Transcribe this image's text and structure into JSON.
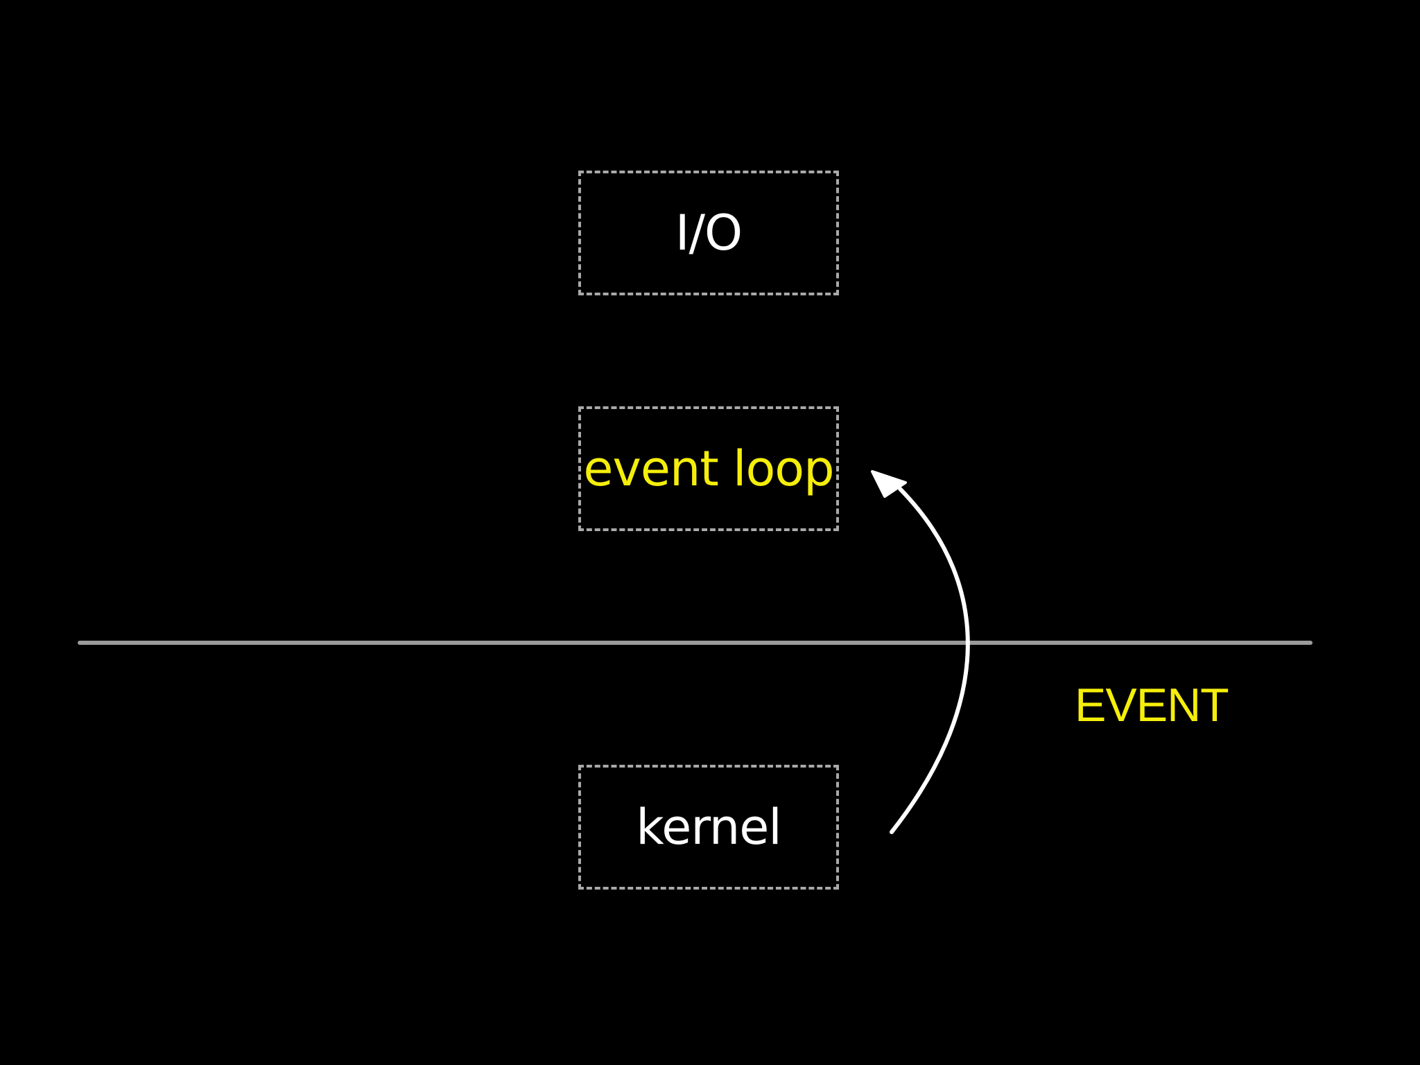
{
  "boxes": {
    "io": {
      "label": "I/O",
      "color": "#ffffff"
    },
    "event_loop": {
      "label": "event loop",
      "color": "#f5ee0b"
    },
    "kernel": {
      "label": "kernel",
      "color": "#ffffff"
    }
  },
  "event_label": {
    "text": "EVENT",
    "color": "#f5ee0b"
  },
  "colors": {
    "background": "#000000",
    "box_border": "#a9a9a9",
    "divider": "#9b9b9b",
    "arrow": "#ffffff"
  }
}
